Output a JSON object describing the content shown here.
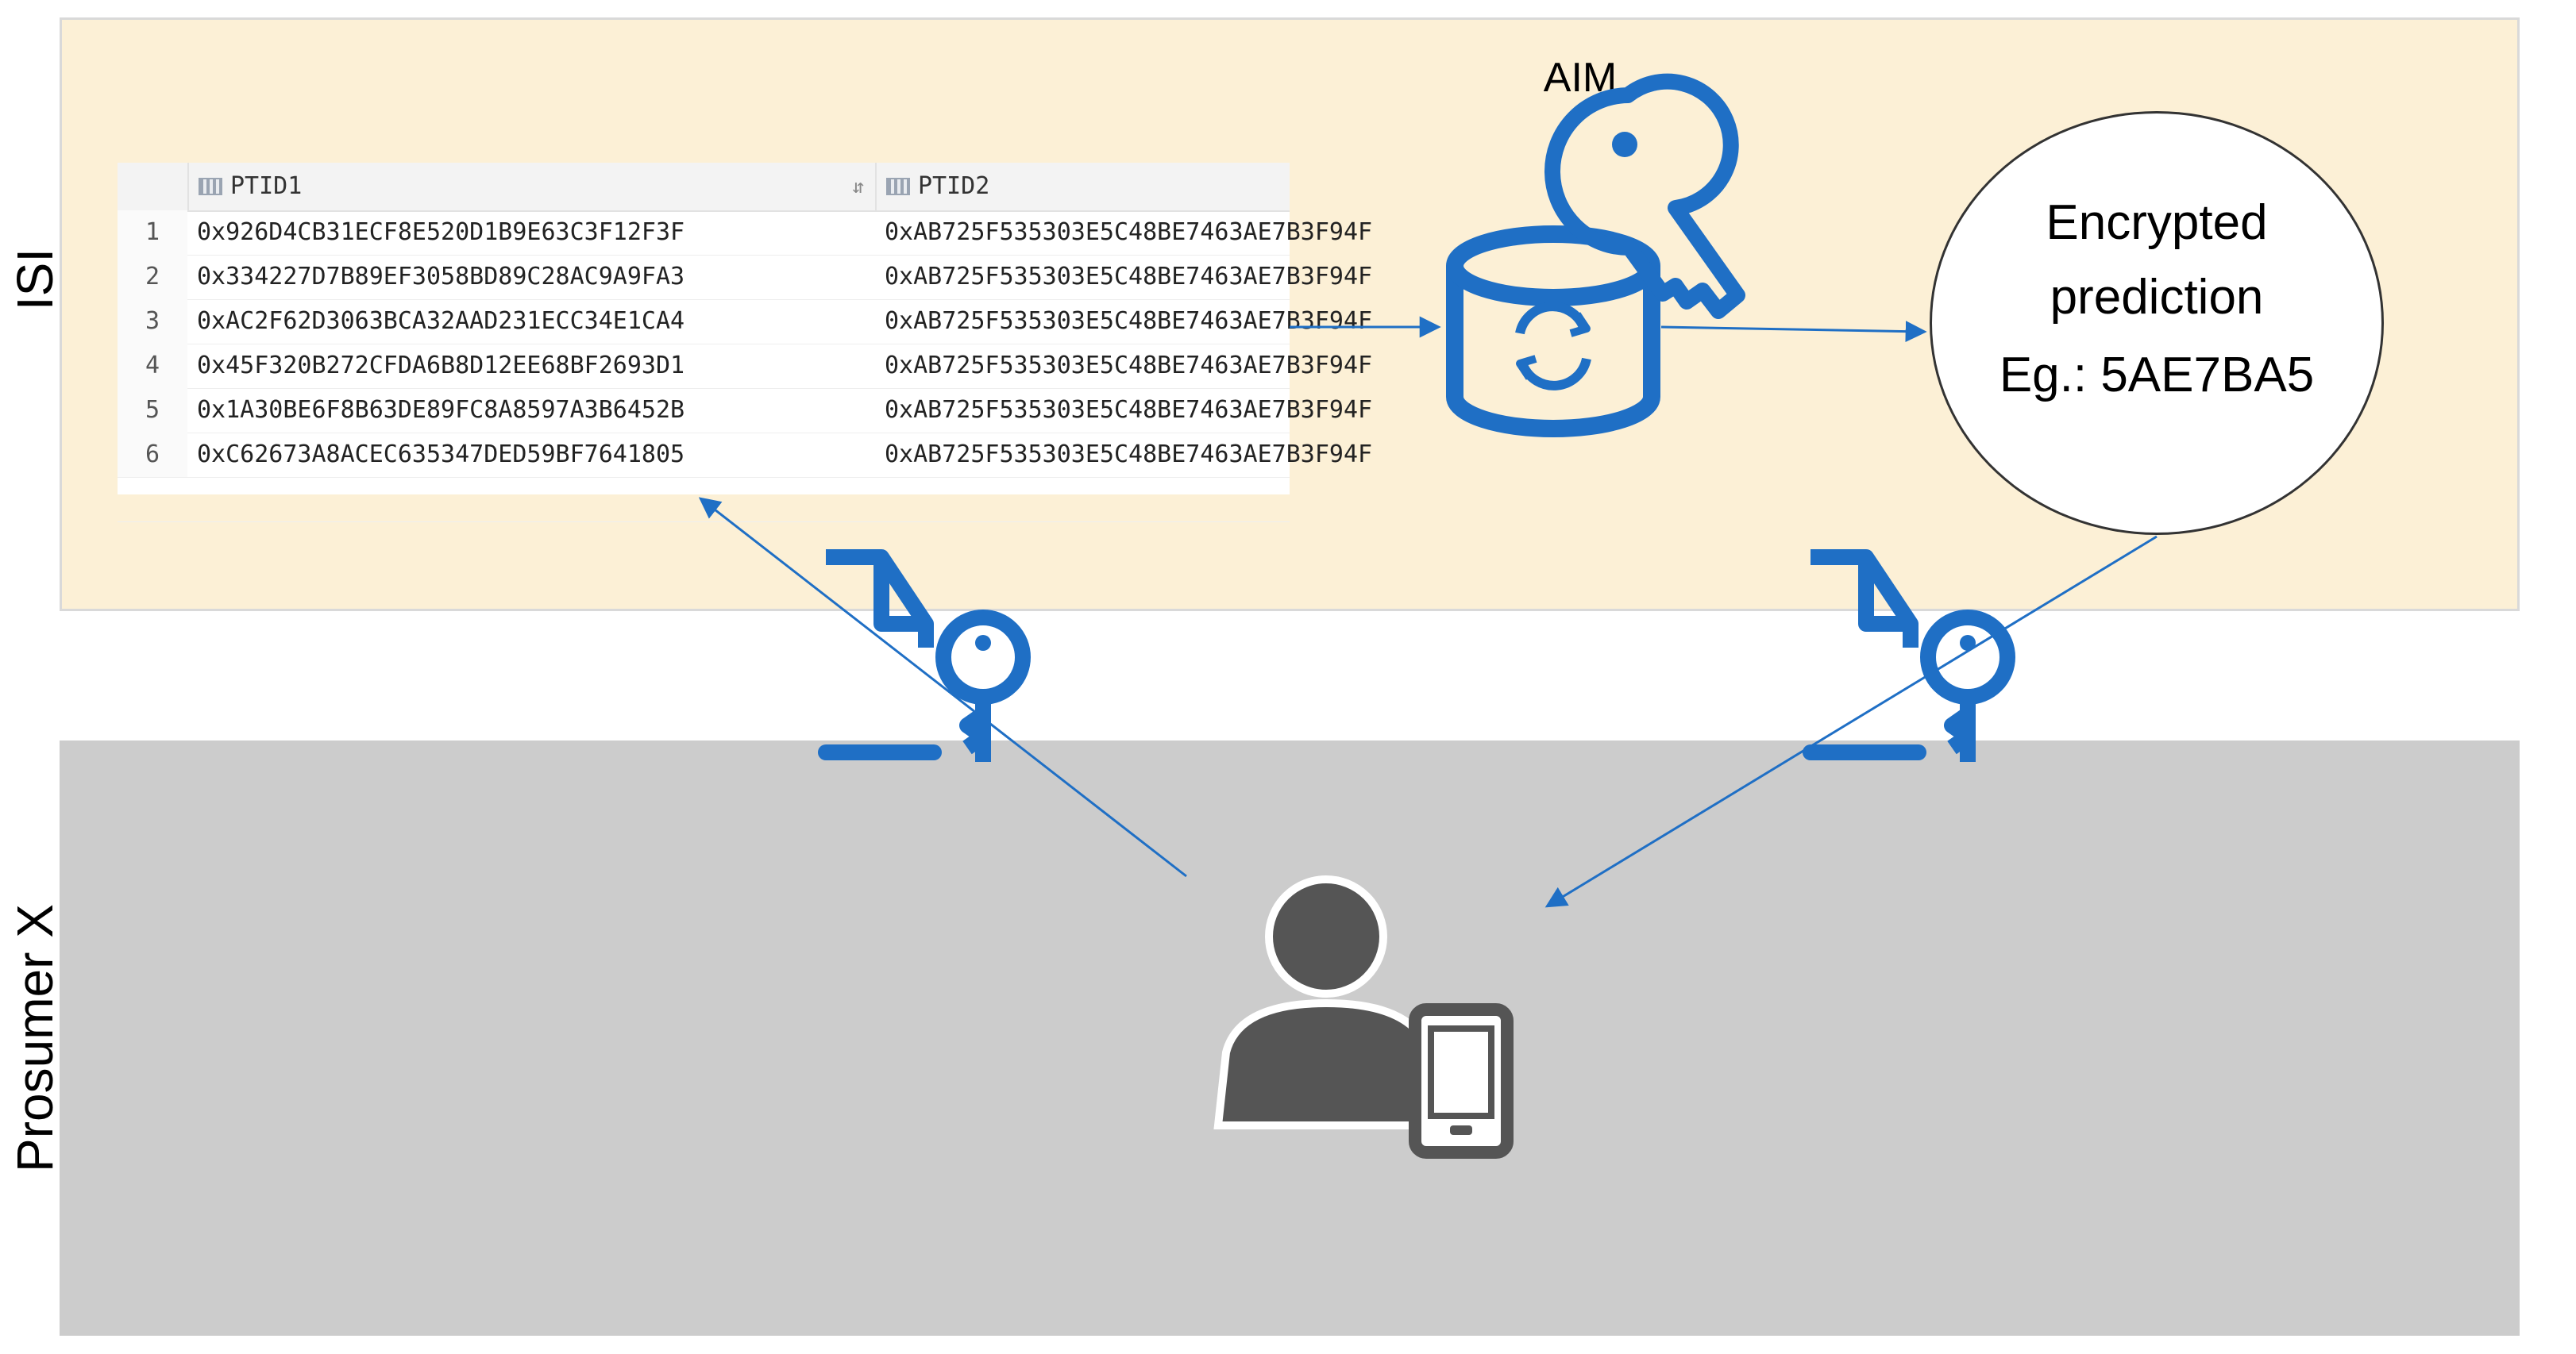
{
  "lanes": {
    "top_label": "ISI",
    "bottom_label": "Prosumer X",
    "top_color": "#fcf0d6",
    "bottom_color": "#cccccc"
  },
  "table": {
    "columns": [
      "PTID1",
      "PTID2"
    ],
    "rows": [
      {
        "index": "1",
        "ptid1": "0x926D4CB31ECF8E520D1B9E63C3F12F3F",
        "ptid2": "0xAB725F535303E5C48BE7463AE7B3F94F"
      },
      {
        "index": "2",
        "ptid1": "0x334227D7B89EF3058BD89C28AC9A9FA3",
        "ptid2": "0xAB725F535303E5C48BE7463AE7B3F94F"
      },
      {
        "index": "3",
        "ptid1": "0xAC2F62D3063BCA32AAD231ECC34E1CA4",
        "ptid2": "0xAB725F535303E5C48BE7463AE7B3F94F"
      },
      {
        "index": "4",
        "ptid1": "0x45F320B272CFDA6B8D12EE68BF2693D1",
        "ptid2": "0xAB725F535303E5C48BE7463AE7B3F94F"
      },
      {
        "index": "5",
        "ptid1": "0x1A30BE6F8B63DE89FC8A8597A3B6452B",
        "ptid2": "0xAB725F535303E5C48BE7463AE7B3F94F"
      },
      {
        "index": "6",
        "ptid1": "0xC62673A8ACEC635347DED59BF7641805",
        "ptid2": "0xAB725F535303E5C48BE7463AE7B3F94F"
      }
    ]
  },
  "aim": {
    "label": "AIM"
  },
  "prediction": {
    "line1": "Encrypted",
    "line2": "prediction",
    "line3": "Eg.: 5AE7BA5"
  },
  "icons": {
    "database": "database-sync-key-icon",
    "document_key": "document-key-icon",
    "user": "user-with-phone-icon"
  },
  "colors": {
    "accent": "#1f6fc5",
    "icon_dark": "#555555"
  }
}
